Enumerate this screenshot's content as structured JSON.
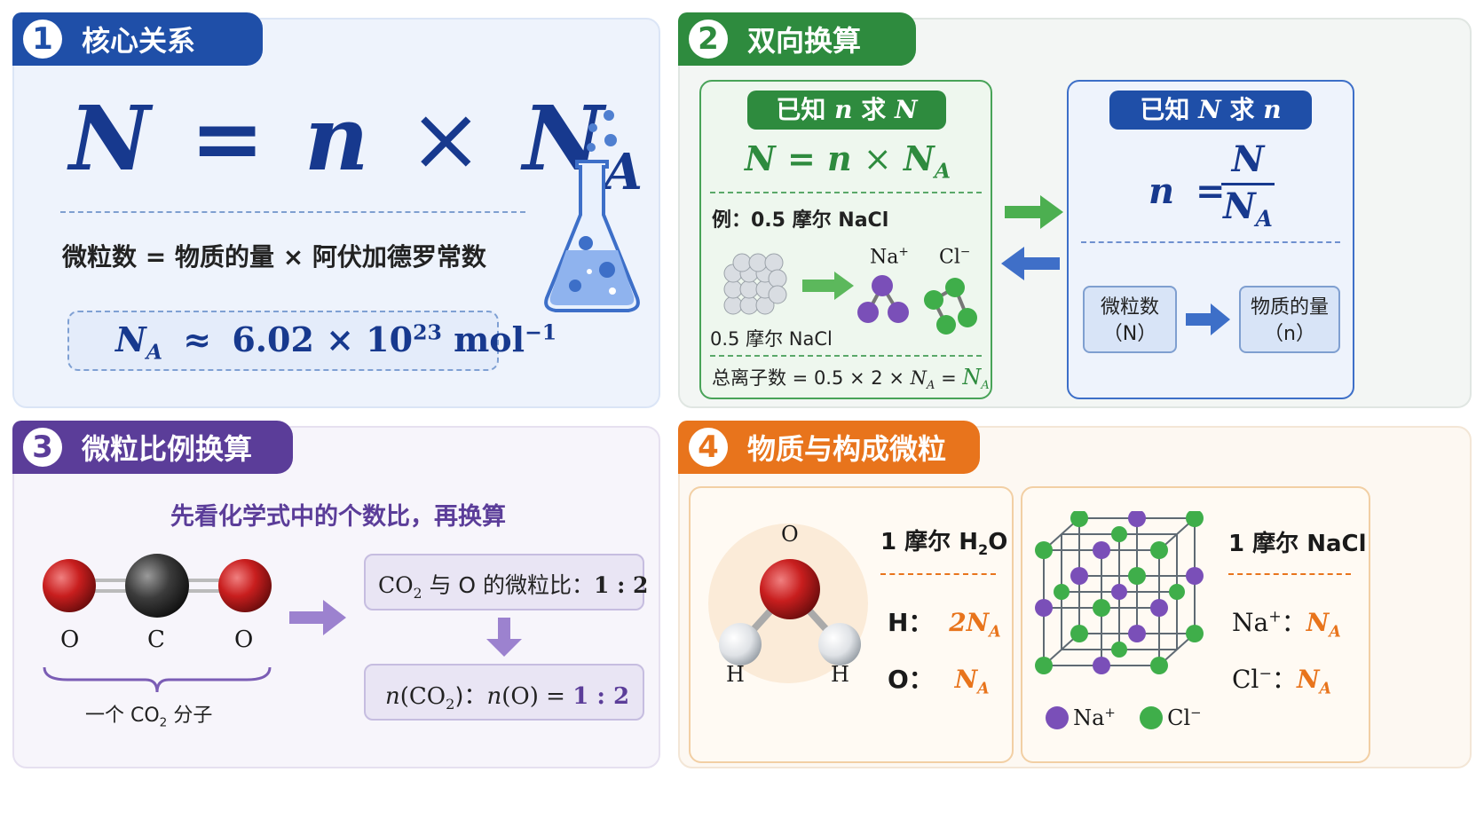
{
  "panel1": {
    "number": "1",
    "title": "核心关系",
    "formula": {
      "N": "N",
      "eq": "=",
      "n": "n",
      "times": "×",
      "NA_main": "N",
      "NA_sub": "A"
    },
    "formula_words": "微粒数 = 物质的量 × 阿伏加德罗常数",
    "constant": {
      "symbol": "N",
      "symbol_sub": "A",
      "approx": "≈",
      "value": "6.02 × 10",
      "exp": "23",
      "unit": "mol",
      "unit_exp": "−1"
    },
    "icon": "flask-icon"
  },
  "panel2": {
    "number": "2",
    "title": "双向换算",
    "left": {
      "header_pre": "已知",
      "header_var1": "n",
      "header_mid": "求",
      "header_var2": "N",
      "formula": {
        "N": "N",
        "eq": "=",
        "n": "n",
        "times": "×",
        "NA": "N",
        "NA_sub": "A"
      },
      "example": "例：0.5 摩尔 NaCl",
      "cube_label": "0.5 摩尔 NaCl",
      "na_label": "Na",
      "na_sup": "+",
      "cl_label": "Cl",
      "cl_sup": "−",
      "total_pre": "总离子数 = 0.5 × 2 × ",
      "total_NA": "N",
      "total_NA_sub": "A",
      "total_eq": " = ",
      "total_res": "N",
      "total_res_sub": "A"
    },
    "right": {
      "header_pre": "已知",
      "header_var1": "N",
      "header_mid": "求",
      "header_var2": "n",
      "n": "n",
      "eq": "=",
      "num": "N",
      "den": "N",
      "den_sub": "A",
      "box1_line1": "微粒数",
      "box1_line2": "（N）",
      "box2_line1": "物质的量",
      "box2_line2": "（n）"
    },
    "colors": {
      "green": "#2e8b3e",
      "blue": "#1f4fa8"
    }
  },
  "panel3": {
    "number": "3",
    "title": "微粒比例换算",
    "subtitle": "先看化学式中的个数比，再换算",
    "atoms": [
      "O",
      "C",
      "O"
    ],
    "brace_label_pre": "一个 CO",
    "brace_label_sub": "2",
    "brace_label_post": " 分子",
    "box1_pre": "CO",
    "box1_sub": "2",
    "box1_post": " 与 O 的微粒比：",
    "box1_ratio": "1 : 2",
    "box2_a": "n",
    "box2_b": "(CO",
    "box2_sub": "2",
    "box2_c": ")：",
    "box2_d": "n",
    "box2_e": "(O) = ",
    "box2_ratio": "1 : 2"
  },
  "panel4": {
    "number": "4",
    "title": "物质与构成微粒",
    "water": {
      "atom_o": "O",
      "atom_h1": "H",
      "atom_h2": "H",
      "title_pre": "1 摩尔 H",
      "title_sub": "2",
      "title_post": "O",
      "row1_label": "H：",
      "row1_val": "2N",
      "row1_sub": "A",
      "row2_label": "O：",
      "row2_val": "N",
      "row2_sub": "A"
    },
    "nacl": {
      "title": "1 摩尔 NaCl",
      "row1_label": "Na",
      "row1_sup": "+",
      "row1_colon": "：",
      "row1_val": "N",
      "row1_sub": "A",
      "row2_label": "Cl",
      "row2_sup": "−",
      "row2_colon": "：",
      "row2_val": "N",
      "row2_sub": "A",
      "legend_na": "Na",
      "legend_na_sup": "+",
      "legend_cl": "Cl",
      "legend_cl_sup": "−"
    }
  }
}
